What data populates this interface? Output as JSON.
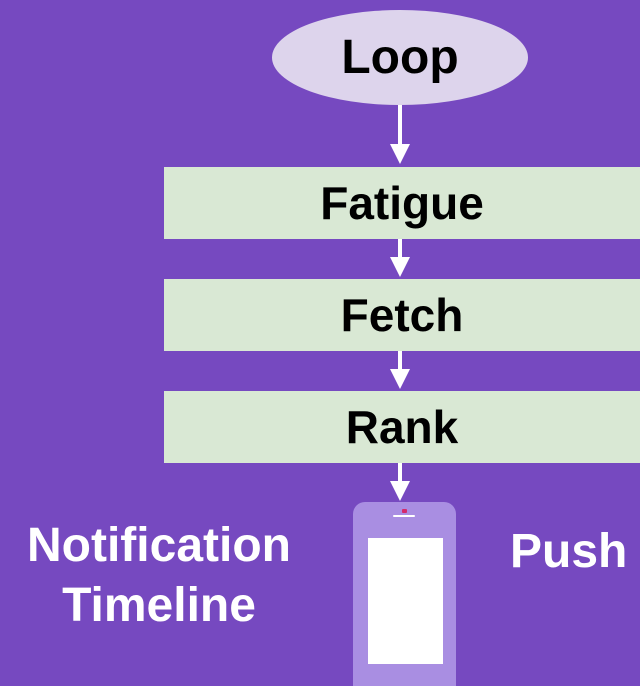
{
  "diagram": {
    "loop_label": "Loop",
    "steps": [
      "Fatigue",
      "Fetch",
      "Rank"
    ],
    "left_label_lines": [
      "Notification",
      "Timeline"
    ],
    "right_label": "Push"
  },
  "colors": {
    "background": "#7649c0",
    "oval_fill": "#ddd4ec",
    "step_fill": "#d9e8d4",
    "phone_fill": "#a98ee2",
    "arrow": "#ffffff",
    "text_dark": "#000000",
    "text_light": "#ffffff"
  },
  "icons": {
    "device": "smartphone-icon"
  }
}
